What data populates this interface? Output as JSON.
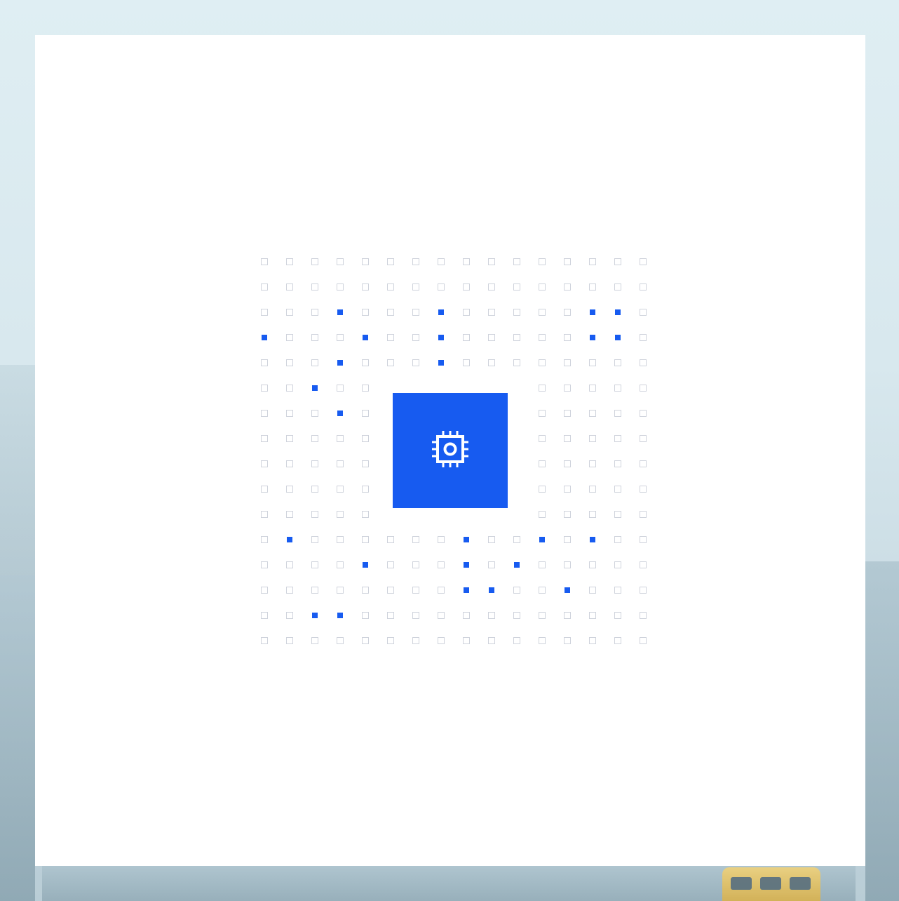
{
  "background": {
    "description_colors": {
      "sky": "#dfeef3",
      "card": "#ffffff"
    }
  },
  "grid": {
    "rows": 16,
    "cols": 16,
    "cell_color": "#cfd3dc",
    "active_color": "#175bf0",
    "active_cells": [
      [
        2,
        3
      ],
      [
        2,
        7
      ],
      [
        2,
        13
      ],
      [
        2,
        14
      ],
      [
        3,
        0
      ],
      [
        3,
        4
      ],
      [
        3,
        7
      ],
      [
        3,
        13
      ],
      [
        3,
        14
      ],
      [
        4,
        3
      ],
      [
        4,
        7
      ],
      [
        5,
        2
      ],
      [
        6,
        3
      ],
      [
        11,
        1
      ],
      [
        11,
        8
      ],
      [
        11,
        11
      ],
      [
        11,
        13
      ],
      [
        12,
        4
      ],
      [
        12,
        8
      ],
      [
        12,
        10
      ],
      [
        13,
        8
      ],
      [
        13,
        9
      ],
      [
        13,
        12
      ],
      [
        14,
        2
      ],
      [
        14,
        3
      ]
    ],
    "hidden_block": {
      "row_start": 5,
      "row_end": 10,
      "col_start": 5,
      "col_end": 10
    }
  },
  "center_tile": {
    "icon": "cpu-chip-icon",
    "color": "#175bf0"
  }
}
